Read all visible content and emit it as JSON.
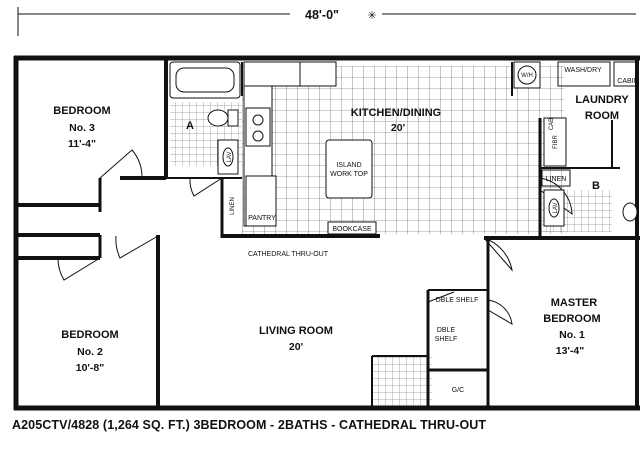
{
  "overall_dimension": "48'-0\"",
  "dimension_mark": "✳",
  "rooms": {
    "bedroom3": {
      "name": "BEDROOM",
      "number": "No. 3",
      "size": "11'-4\""
    },
    "bath_a": {
      "letter": "A",
      "lav": "LAV"
    },
    "kitchen": {
      "name": "KITCHEN/DINING",
      "size": "20'"
    },
    "island": {
      "line1": "ISLAND",
      "line2": "WORK TOP"
    },
    "bookcase": "BOOKCASE",
    "pantry": "PANTRY",
    "linen_left": "LINEN",
    "wh": "W/H",
    "washdry": "WASH/DRY",
    "cabinet": "CABIN",
    "laundry": {
      "line1": "LAUNDRY",
      "line2": "ROOM"
    },
    "laundry_cab": "CAB",
    "bath_b": {
      "letter": "B",
      "linen": "LINEN",
      "lav": "LAV",
      "fiber": "FIBR"
    },
    "cathedral": "CATHEDRAL THRU-OUT",
    "bedroom2": {
      "name": "BEDROOM",
      "number": "No. 2",
      "size": "10'-8\""
    },
    "living": {
      "name": "LIVING ROOM",
      "size": "20'"
    },
    "dble_shelf_top": "DBLE SHELF",
    "dble_shelf_side": {
      "line1": "DBLE",
      "line2": "SHELF"
    },
    "gc": "G/C",
    "master": {
      "name": "MASTER",
      "name2": "BEDROOM",
      "number": "No. 1",
      "size": "13'-4\""
    }
  },
  "caption": "A205CTV/4828 (1,264 SQ. FT.) 3BEDROOM - 2BATHS - CATHEDRAL THRU-OUT"
}
